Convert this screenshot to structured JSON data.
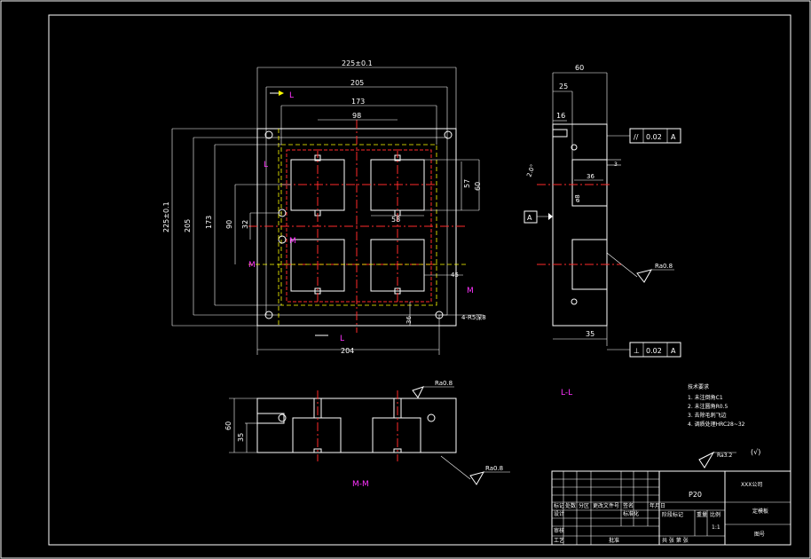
{
  "dims": {
    "top_overall": "225±0.1",
    "top_205": "205",
    "top_173": "173",
    "top_98": "98",
    "left_overall": "225±0.1",
    "left_205": "205",
    "left_173": "173",
    "left_90": "90",
    "left_32": "32",
    "bottom_204": "204",
    "r_57": "57",
    "r_60": "60",
    "mid_58": "58",
    "hole_45": "45",
    "b_36": "36",
    "chamfer": "4-R5深8",
    "side_60": "60",
    "side_25": "25",
    "side_16": "16",
    "side_36": "36",
    "side_8": "ø8",
    "side_3": "3",
    "side_35": "35",
    "side_angle": "2.0°",
    "sec_60": "60",
    "sec_35": "35"
  },
  "labels": {
    "L1": "L",
    "L2": "L",
    "L3": "L",
    "M1": "M",
    "M2": "M",
    "M3": "M",
    "LL": "L-L",
    "MM": "M-M",
    "A_datum": "A"
  },
  "tolerance": {
    "top_sym": "//",
    "top_val": "0.02",
    "top_ref": "A",
    "bot_sym": "⊥",
    "bot_val": "0.02",
    "bot_ref": "A"
  },
  "roughness": {
    "side": "Ra0.8",
    "sec_top": "Ra0.8",
    "sec_bot": "Ra0.8",
    "general": "Ra3.2",
    "general_paren": "(√)"
  },
  "notes": {
    "title": "技术要求",
    "n1": "1. 未注倒角C1",
    "n2": "2. 未注圆角R0.5",
    "n3": "3. 去除毛刺飞边",
    "n4": "4. 调质处理HRC28~32"
  },
  "titleblock": {
    "material": "P20",
    "company": "XXX公司",
    "part": "定模板",
    "drawing_no": "图号",
    "scale": "1:1",
    "r1": [
      "标记",
      "处数",
      "分区",
      "更改文件号",
      "签名",
      "年月日"
    ],
    "r2": [
      "设计",
      "",
      "标准化",
      "",
      "阶段标记",
      "重量",
      "比例"
    ],
    "r3": [
      "审核",
      "",
      "",
      "",
      "",
      "",
      ""
    ],
    "r4": [
      "工艺",
      "",
      "批准",
      "",
      "共 张 第 张"
    ]
  }
}
